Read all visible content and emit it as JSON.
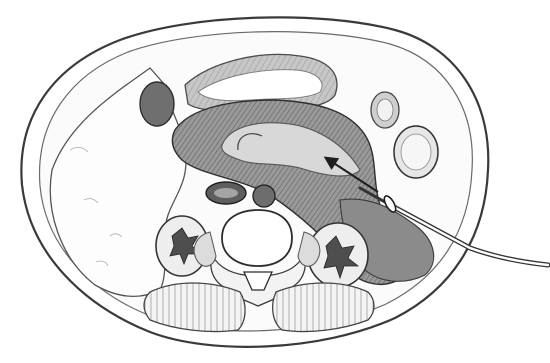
{
  "figure": {
    "kind": "anatomical-cross-section-sketch",
    "style": "pencil-drawing",
    "labels": [],
    "structures": [
      "body-wall",
      "liver",
      "gallbladder",
      "stomach",
      "pancreas",
      "spleen",
      "colon",
      "vertebra",
      "spinal-canal",
      "right-kidney",
      "left-kidney",
      "aorta",
      "inferior-vena-cava",
      "back-muscles",
      "catheter",
      "direction-arrow"
    ],
    "colors": {
      "ink": "#3a3a3a",
      "shade_dark": "#7c7c7c",
      "shade_mid": "#a9a9a9",
      "shade_light": "#d6d6d6",
      "paper": "#ffffff"
    }
  }
}
